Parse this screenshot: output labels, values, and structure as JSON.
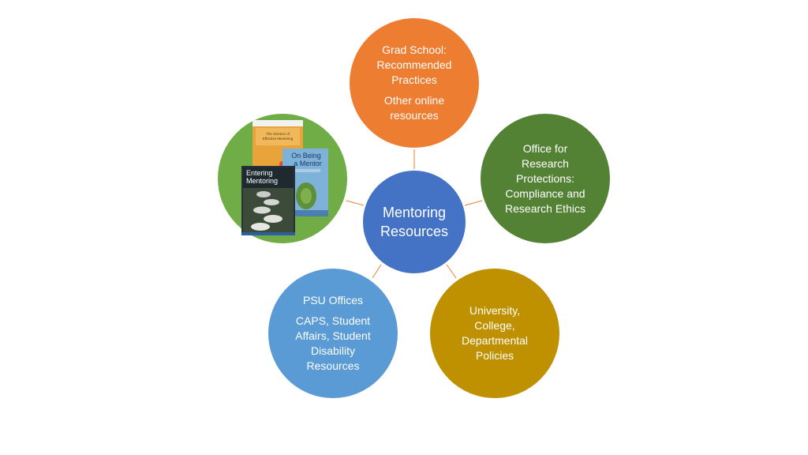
{
  "diagram": {
    "center": {
      "lines": [
        "Mentoring",
        "Resources"
      ],
      "color": "#4472c4"
    },
    "nodes": [
      {
        "id": "top",
        "color": "#ed7d31",
        "paragraphs": [
          "Grad School:\nRecommended\nPractices",
          "Other online\nresources"
        ]
      },
      {
        "id": "right",
        "color": "#548235",
        "paragraphs": [
          "Office for\nResearch\nProtections:\nCompliance and\nResearch Ethics"
        ]
      },
      {
        "id": "bottom-right",
        "color": "#bf9000",
        "paragraphs": [
          "University,\nCollege,\nDepartmental\nPolicies"
        ]
      },
      {
        "id": "bottom-left",
        "color": "#5b9bd5",
        "paragraphs": [
          "PSU Offices",
          "CAPS, Student\nAffairs, Student\nDisability\nResources"
        ]
      },
      {
        "id": "left",
        "color": "#70ad47",
        "image": "mentoring-books-photo"
      }
    ],
    "connector_color": "#ed7d31",
    "book_covers": {
      "entering_mentoring": "Entering\nMentoring",
      "on_being_a_mentor": "On Being\na Mentor",
      "science_of_effective_mentoring": "The Science of\nEffective Mentoring"
    }
  }
}
